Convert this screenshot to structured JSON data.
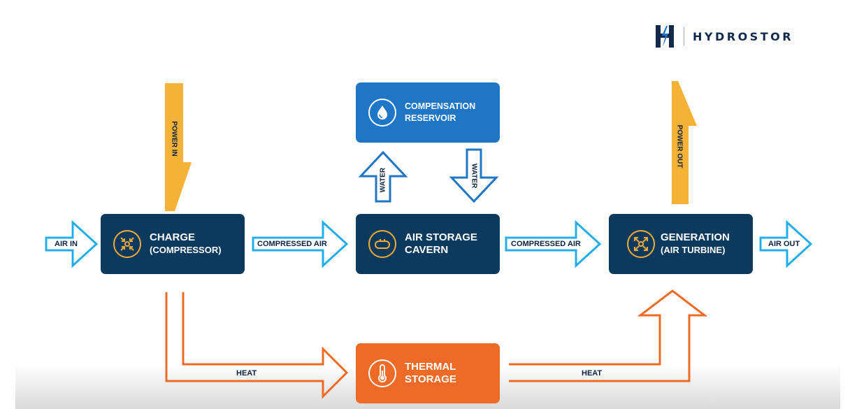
{
  "brand": {
    "name": "HYDROSTOR",
    "icon": "hydrostor-logo-icon"
  },
  "colors": {
    "navy": "#0b3a5e",
    "blue_box": "#1f76c7",
    "orange_box": "#ee6a26",
    "air_arrow": "#23aeea",
    "heat_arrow": "#ef6b25",
    "power_bolt": "#f6b236",
    "water_arrow": "#1f76c7"
  },
  "boxes": {
    "charge": {
      "line1": "CHARGE",
      "line2": "(COMPRESSOR)",
      "icon": "compress-arrows-icon"
    },
    "air_storage": {
      "line1": "AIR STORAGE",
      "line2": "CAVERN",
      "icon": "tank-icon"
    },
    "generation": {
      "line1": "GENERATION",
      "line2": "(AIR TURBINE)",
      "icon": "expand-arrows-icon"
    },
    "compensation": {
      "line1": "COMPENSATION",
      "line2": "RESERVOIR",
      "icon": "water-drop-icon"
    },
    "thermal": {
      "line1": "THERMAL",
      "line2": "STORAGE",
      "icon": "thermometer-icon"
    }
  },
  "flows": {
    "air_in": "AIR IN",
    "compressed_air_1": "COMPRESSED AIR",
    "compressed_air_2": "COMPRESSED AIR",
    "air_out": "AIR OUT",
    "heat_in": "HEAT",
    "heat_out": "HEAT",
    "water_up": "WATER",
    "water_down": "WATER",
    "power_in": "POWER IN",
    "power_out": "POWER OUT"
  }
}
